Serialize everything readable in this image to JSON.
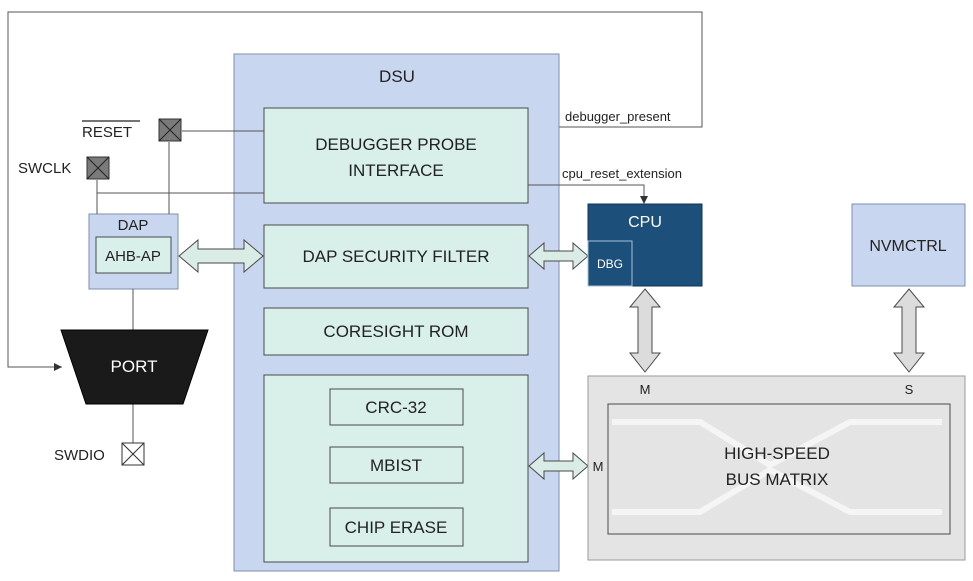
{
  "dsu": {
    "title": "DSU"
  },
  "blocks": {
    "debugger_probe_line1": "DEBUGGER PROBE",
    "debugger_probe_line2": "INTERFACE",
    "dap_security_filter": "DAP SECURITY FILTER",
    "coresight_rom": "CORESIGHT ROM",
    "crc32": "CRC-32",
    "mbist": "MBIST",
    "chip_erase": "CHIP ERASE"
  },
  "dap": {
    "title": "DAP",
    "ahb_ap": "AHB-AP"
  },
  "cpu": {
    "title": "CPU",
    "dbg": "DBG"
  },
  "nvmctrl": {
    "title": "NVMCTRL"
  },
  "bus": {
    "line1": "HIGH-SPEED",
    "line2": "BUS MATRIX",
    "master_top": "M",
    "slave_top": "S",
    "master_left": "M"
  },
  "port": {
    "title": "PORT"
  },
  "pins": {
    "reset": "RESET",
    "swclk": "SWCLK",
    "swdio": "SWDIO"
  },
  "signals": {
    "debugger_present": "debugger_present",
    "cpu_reset_extension": "cpu_reset_extension"
  },
  "colors": {
    "dsu_fill": "#c9d6ef",
    "block_fill": "#d9efe9",
    "cpu_fill": "#1c4f7a",
    "bus_fill": "#e4e4e4",
    "port_fill": "#1a1a1a"
  }
}
